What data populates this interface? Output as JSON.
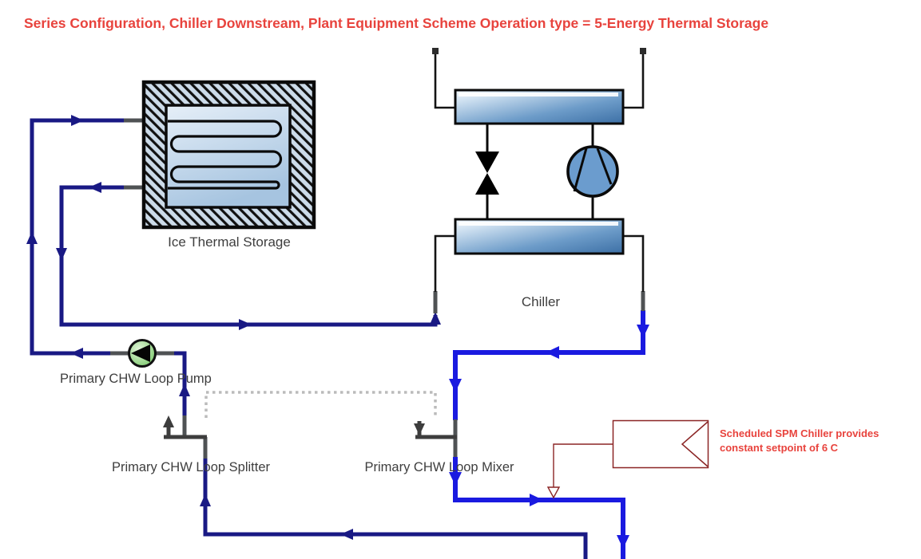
{
  "title": "Series Configuration, Chiller Downstream, Plant Equipment Scheme Operation type = 5-Energy Thermal Storage",
  "diagram": {
    "ice_storage_label": "Ice Thermal Storage",
    "chiller_label": "Chiller",
    "pump_label": "Primary CHW Loop Pump",
    "splitter_label": "Primary CHW Loop Splitter",
    "mixer_label": "Primary CHW Loop Mixer"
  },
  "annotation": {
    "line1": "Scheduled SPM Chiller provides",
    "line2": "constant setpoint of 6 C"
  },
  "icons": {
    "pump": "pump-impeller-icon",
    "valve": "expansion-valve-icon",
    "compressor": "compressor-icon",
    "coil": "ice-coil-icon"
  },
  "colors": {
    "title_text": "#e8433d",
    "annotation_text": "#e8433d",
    "annotation_outline": "#8b2525",
    "supply_pipe": "#1a1ae0",
    "return_pipe": "#191984",
    "port_stub": "#4f5254",
    "junction": "#3d3d3d",
    "bypass_dotted": "#bbbbbb",
    "label_text": "#3e3e3e"
  }
}
